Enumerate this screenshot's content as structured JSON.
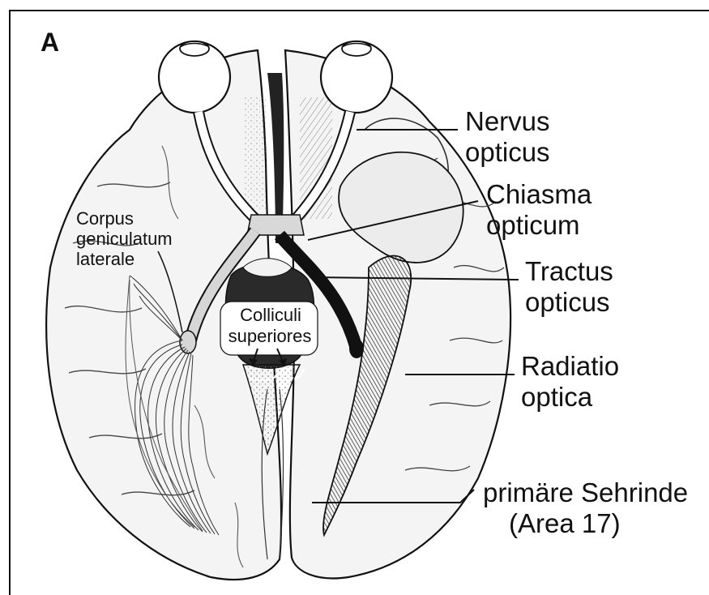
{
  "figure": {
    "panel_letter": "A",
    "labels": {
      "nervus_opticus": [
        "Nervus",
        "opticus"
      ],
      "chiasma_opticum": [
        "Chiasma",
        "opticum"
      ],
      "tractus_opticus": [
        "Tractus",
        "opticus"
      ],
      "radiatio_optica": [
        "Radiatio",
        "optica"
      ],
      "primaere_sehrinde": [
        "primäre Sehrinde",
        "(Area 17)"
      ],
      "corpus_geniculatum": [
        "Corpus",
        "geniculatum",
        "laterale"
      ],
      "colliculi": [
        "Colliculi",
        "superiores"
      ]
    }
  }
}
